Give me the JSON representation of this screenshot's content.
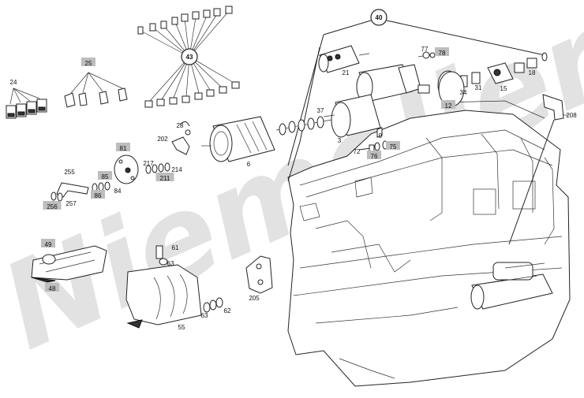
{
  "watermark": "Niemoller",
  "callouts": [
    {
      "id": "c40",
      "label": "40",
      "highlight": false
    },
    {
      "id": "c43",
      "label": "43",
      "highlight": false
    },
    {
      "id": "c25",
      "label": "25",
      "highlight": true
    },
    {
      "id": "c24",
      "label": "24",
      "highlight": false
    },
    {
      "id": "c21",
      "label": "21",
      "highlight": false
    },
    {
      "id": "c77",
      "label": "77",
      "highlight": false
    },
    {
      "id": "c78",
      "label": "78",
      "highlight": true
    },
    {
      "id": "c12",
      "label": "12",
      "highlight": true
    },
    {
      "id": "c34",
      "label": "34",
      "highlight": false
    },
    {
      "id": "c31",
      "label": "31",
      "highlight": false
    },
    {
      "id": "c15",
      "label": "15",
      "highlight": false
    },
    {
      "id": "c18",
      "label": "18",
      "highlight": false
    },
    {
      "id": "c37",
      "label": "37",
      "highlight": false
    },
    {
      "id": "c28",
      "label": "28",
      "highlight": false
    },
    {
      "id": "c202",
      "label": "202",
      "highlight": false
    },
    {
      "id": "c6",
      "label": "6",
      "highlight": false
    },
    {
      "id": "c3",
      "label": "3",
      "highlight": false
    },
    {
      "id": "c9",
      "label": "9",
      "highlight": false
    },
    {
      "id": "c72",
      "label": "72",
      "highlight": false
    },
    {
      "id": "c76",
      "label": "76",
      "highlight": true
    },
    {
      "id": "c75",
      "label": "75",
      "highlight": true
    },
    {
      "id": "c208",
      "label": "208",
      "highlight": false
    },
    {
      "id": "c81",
      "label": "81",
      "highlight": true
    },
    {
      "id": "c217",
      "label": "217",
      "highlight": false
    },
    {
      "id": "c214",
      "label": "214",
      "highlight": false
    },
    {
      "id": "c211",
      "label": "211",
      "highlight": true
    },
    {
      "id": "c255",
      "label": "255",
      "highlight": false
    },
    {
      "id": "c85",
      "label": "85",
      "highlight": true
    },
    {
      "id": "c86",
      "label": "86",
      "highlight": true
    },
    {
      "id": "c84",
      "label": "84",
      "highlight": false
    },
    {
      "id": "c256",
      "label": "256",
      "highlight": true
    },
    {
      "id": "c257",
      "label": "257",
      "highlight": false
    },
    {
      "id": "c49",
      "label": "49",
      "highlight": true
    },
    {
      "id": "c48",
      "label": "48",
      "highlight": true
    },
    {
      "id": "c61",
      "label": "61",
      "highlight": false
    },
    {
      "id": "c63a",
      "label": "63",
      "highlight": false
    },
    {
      "id": "c205",
      "label": "205",
      "highlight": false
    },
    {
      "id": "c63b",
      "label": "63",
      "highlight": false
    },
    {
      "id": "c62",
      "label": "62",
      "highlight": false
    },
    {
      "id": "c55",
      "label": "55",
      "highlight": false
    }
  ],
  "colors": {
    "highlight_box": "#bdbdbd",
    "line": "#222222",
    "watermark": "#e4e4e4"
  }
}
